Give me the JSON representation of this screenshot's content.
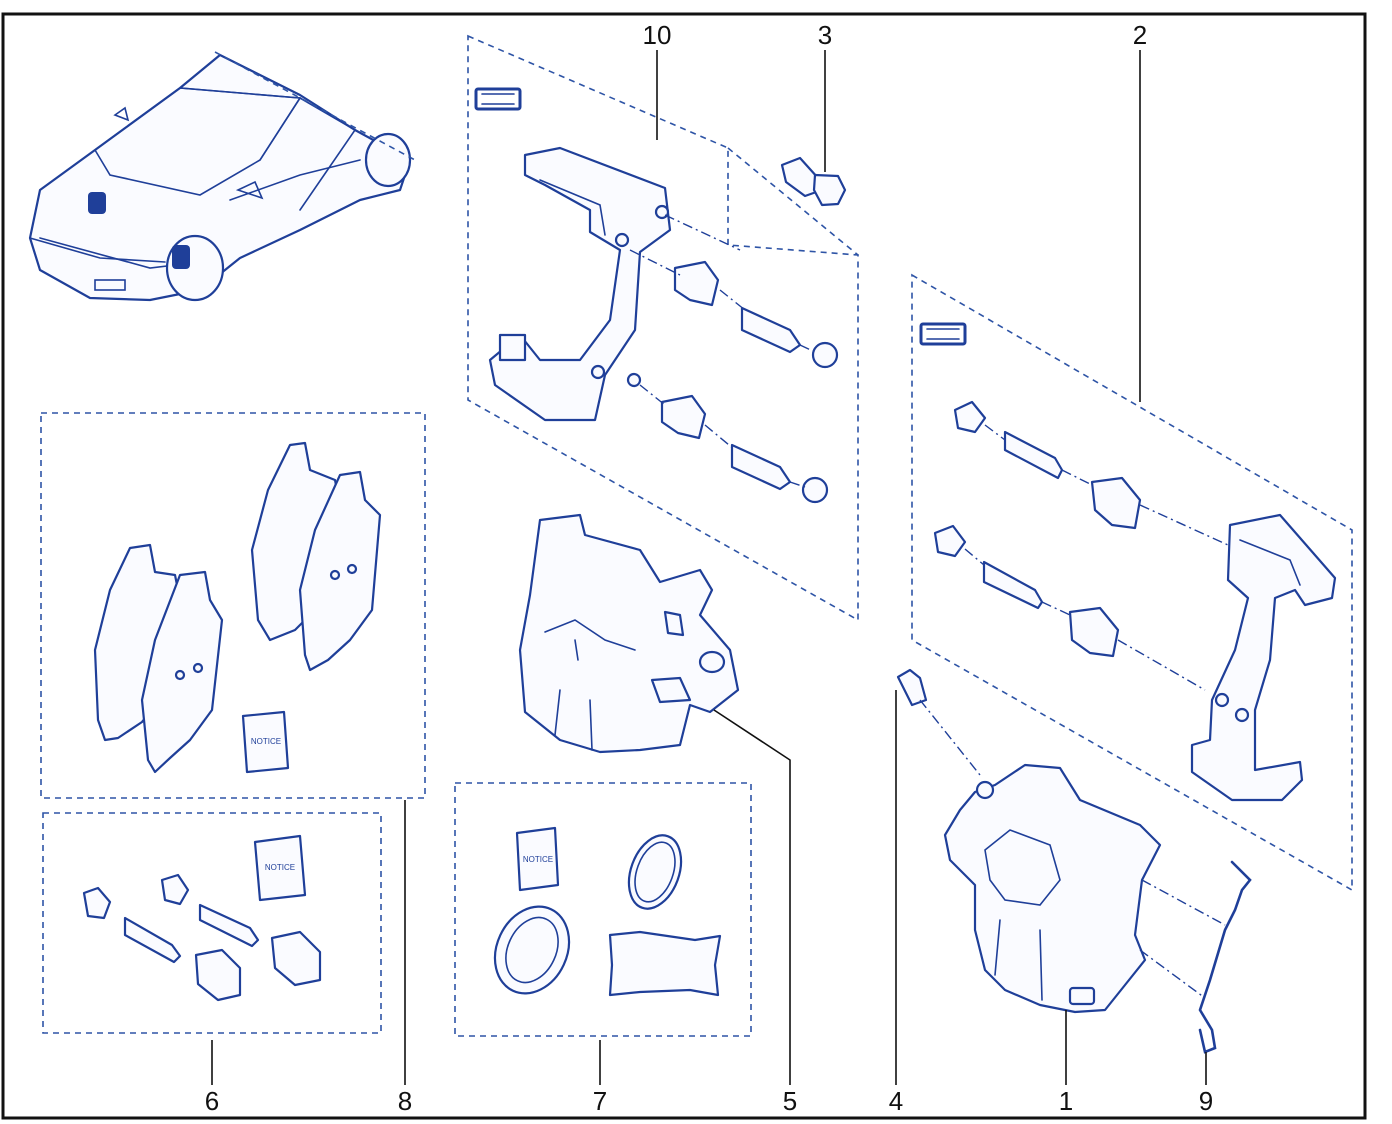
{
  "callouts": {
    "n1": "1",
    "n2": "2",
    "n3": "3",
    "n4": "4",
    "n5": "5",
    "n6": "6",
    "n7": "7",
    "n8": "8",
    "n9": "9",
    "n10": "10"
  },
  "notices": {
    "pads_kit": "NOTICE",
    "guide_kit": "NOTICE",
    "seal_kit": "NOTICE"
  },
  "colors": {
    "line": "#1f3f99",
    "frame": "#111111"
  }
}
